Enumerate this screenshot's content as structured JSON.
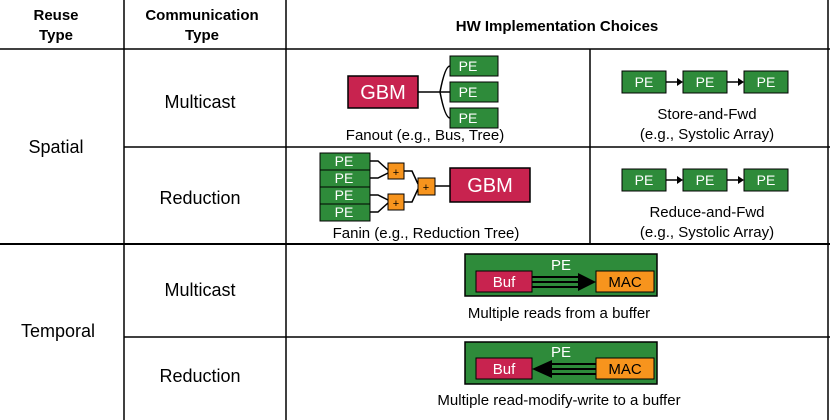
{
  "headers": {
    "reuse_type": [
      "Reuse",
      "Type"
    ],
    "communication_type": [
      "Communication",
      "Type"
    ],
    "hw_choices": "HW Implementation Choices"
  },
  "reuse_types": {
    "spatial": "Spatial",
    "temporal": "Temporal"
  },
  "communication_types": {
    "spatial_multicast": "Multicast",
    "spatial_reduction": "Reduction",
    "temporal_multicast": "Multicast",
    "temporal_reduction": "Reduction"
  },
  "blocks": {
    "pe": "PE",
    "gbm": "GBM",
    "buf": "Buf",
    "mac": "MAC",
    "adder": "+"
  },
  "captions": {
    "fanout": "Fanout (e.g., Bus, Tree)",
    "store_and_fwd": "Store-and-Fwd",
    "store_and_fwd_example": "(e.g., Systolic Array)",
    "fanin": "Fanin (e.g., Reduction Tree)",
    "reduce_and_fwd": "Reduce-and-Fwd",
    "reduce_and_fwd_example": "(e.g., Systolic Array)",
    "multiple_reads": "Multiple reads from a buffer",
    "multiple_rmw": "Multiple read-modify-write to a buffer"
  },
  "colors": {
    "pe_green": "#2e8b3a",
    "gbm_red": "#c8234f",
    "mac_orange": "#f7941d",
    "adder_orange": "#f7941d",
    "border": "#000000"
  }
}
